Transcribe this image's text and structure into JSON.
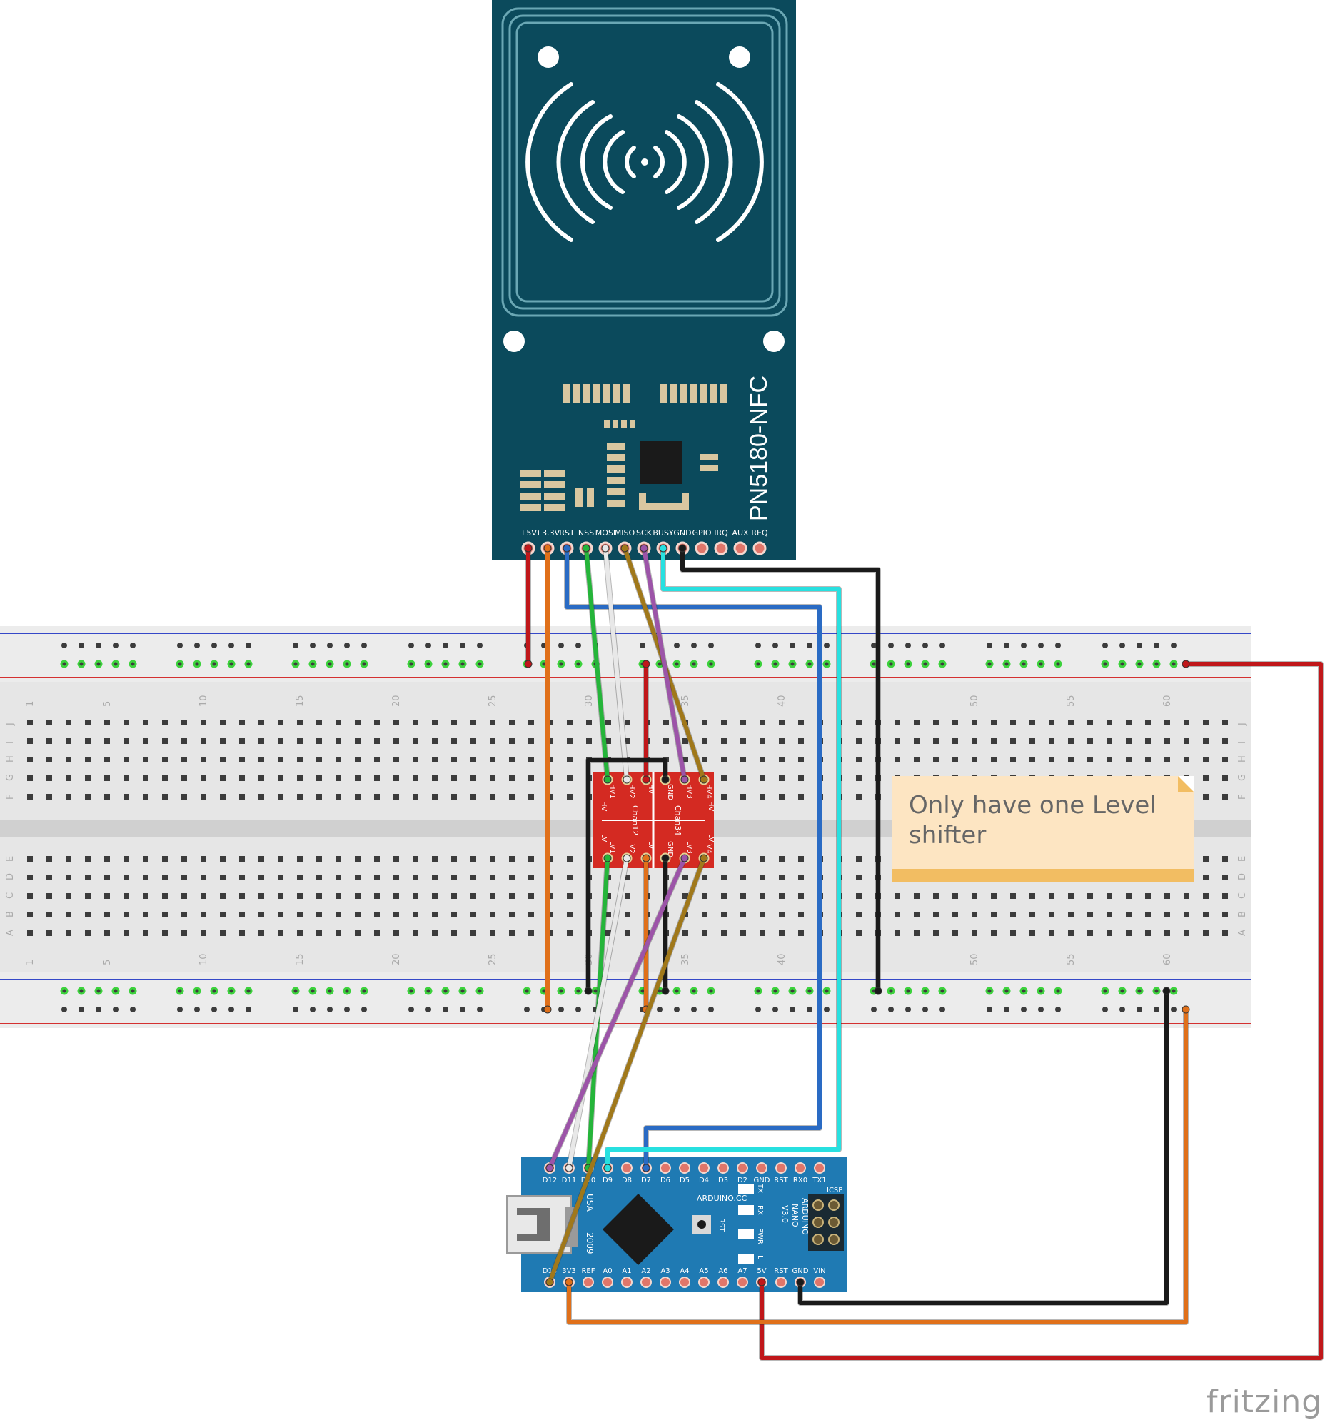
{
  "rfid_module": {
    "name": "PN5180-NFC",
    "pins": [
      "+5V",
      "+3.3V",
      "RST",
      "NSS",
      "MOSI",
      "MISO",
      "SCK",
      "BUSY",
      "GND",
      "GPIO",
      "IRQ",
      "AUX",
      "REQ"
    ]
  },
  "breadboard": {
    "column_labels": [
      "1",
      "5",
      "10",
      "15",
      "20",
      "25",
      "30",
      "35",
      "40",
      "50",
      "55",
      "60"
    ],
    "row_labels_top": [
      "J",
      "I",
      "H",
      "G",
      "F"
    ],
    "row_labels_bottom": [
      "E",
      "D",
      "C",
      "B",
      "A"
    ]
  },
  "level_shifter": {
    "hv_pins": [
      "HV1",
      "HV2",
      "HV",
      "GND",
      "HV3",
      "HV4"
    ],
    "lv_pins": [
      "LV1",
      "LV2",
      "LV",
      "GND",
      "LV3",
      "LV4"
    ],
    "side_hv": "HV",
    "side_lv": "LV",
    "channel_labels": [
      "Chan12",
      "Chan34"
    ]
  },
  "arduino": {
    "top_pins": [
      "D12",
      "D11",
      "D10",
      "D9",
      "D8",
      "D7",
      "D6",
      "D5",
      "D4",
      "D3",
      "D2",
      "GND",
      "RST",
      "RX0",
      "TX1"
    ],
    "bottom_pins": [
      "D13",
      "3V3",
      "REF",
      "A0",
      "A1",
      "A2",
      "A3",
      "A4",
      "A5",
      "A6",
      "A7",
      "5V",
      "RST",
      "GND",
      "VIN"
    ],
    "brand": "ARDUINO.CC",
    "model": [
      "ARDUINO",
      "NANO",
      "V3.0"
    ],
    "icsp": "ICSP",
    "usa": "USA",
    "year": "2009",
    "leds": [
      "TX",
      "RX",
      "PWR",
      "L"
    ],
    "reset": "RST"
  },
  "note": {
    "text": "Only have one Level shifter"
  },
  "watermark": "fritzing",
  "colors": {
    "pcb_teal": "#0b4a5c",
    "breadboard": "#e6e6e6",
    "level_shifter": "#d42a22",
    "arduino_blue": "#1f7ab3",
    "wire_red": "#c0171a",
    "wire_orange": "#e0701a",
    "wire_blue": "#2a6bc4",
    "wire_green": "#25b53a",
    "wire_white": "#e8e8e8",
    "wire_brown": "#a0781a",
    "wire_purple": "#9c54a8",
    "wire_cyan": "#28e0e0",
    "wire_black": "#1a1a1a"
  }
}
